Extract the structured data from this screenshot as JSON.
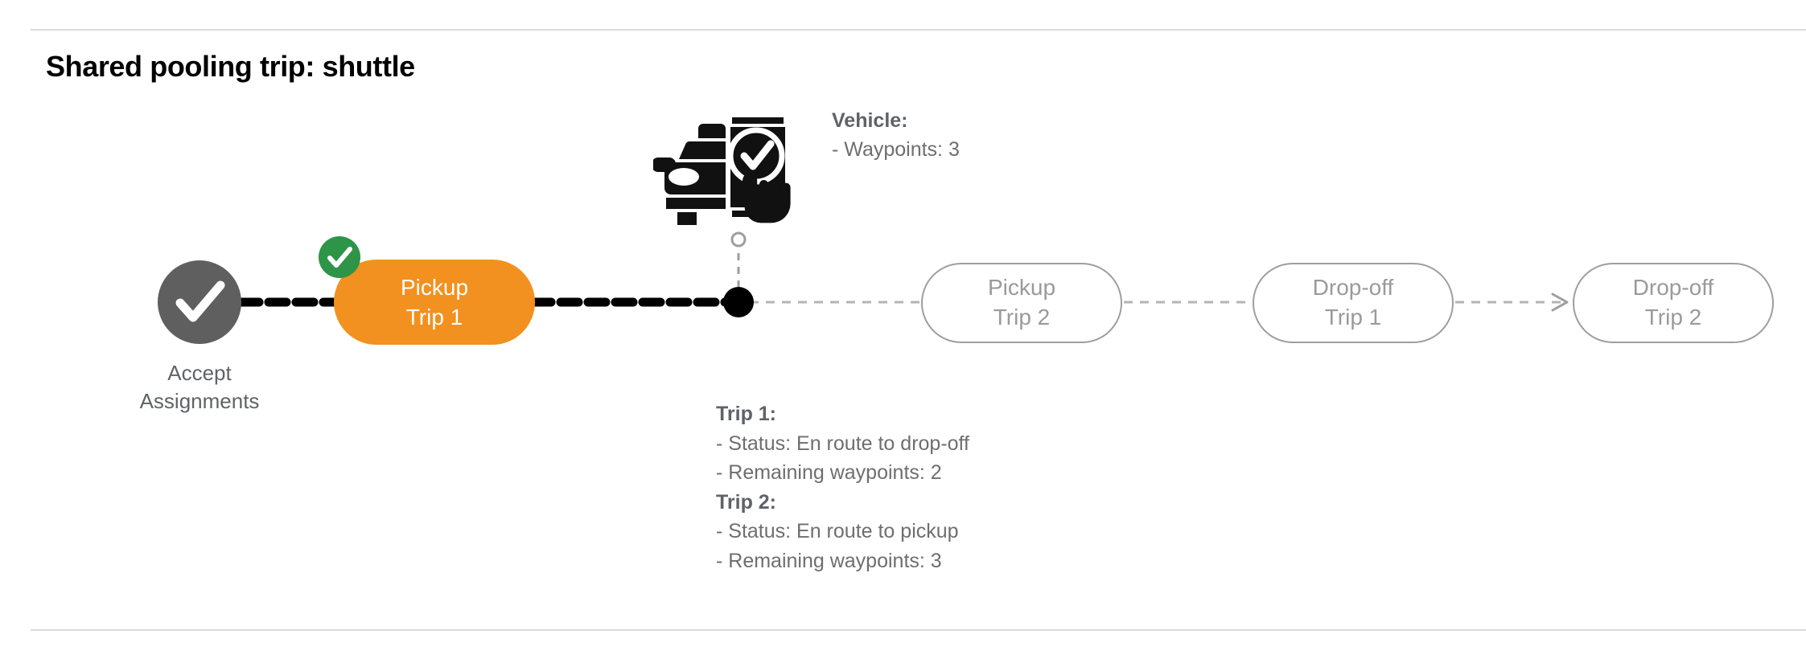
{
  "page": {
    "title": "Shared pooling trip: shuttle"
  },
  "vehicle": {
    "icon": "car-phone-check-icon",
    "heading": "Vehicle:",
    "waypoints_line": "- Waypoints: 3"
  },
  "timeline": {
    "start_node": {
      "icon": "check-circle-icon",
      "label_line1": "Accept",
      "label_line2": "Assignments",
      "color": "#5f5f5f"
    },
    "active_node": {
      "line1": "Pickup",
      "line2": "Trip 1",
      "color": "#F2911F",
      "badge_icon": "green-check-badge-icon",
      "badge_color": "#2E9448"
    },
    "vehicle_marker": {
      "icon": "vehicle-position-dot",
      "color": "#000000"
    },
    "upcoming_nodes": [
      {
        "line1": "Pickup",
        "line2": "Trip 2"
      },
      {
        "line1": "Drop-off",
        "line2": "Trip 1"
      },
      {
        "line1": "Drop-off",
        "line2": "Trip 2"
      }
    ],
    "outline_color": "#9e9e9e",
    "upcoming_text_color": "#9a9a9a"
  },
  "trips": [
    {
      "heading": "Trip 1:",
      "status": "- Status:  En route to drop-off",
      "remaining": "- Remaining waypoints: 2"
    },
    {
      "heading": "Trip 2:",
      "status": "- Status:  En route to pickup",
      "remaining": "- Remaining waypoints: 3"
    }
  ]
}
